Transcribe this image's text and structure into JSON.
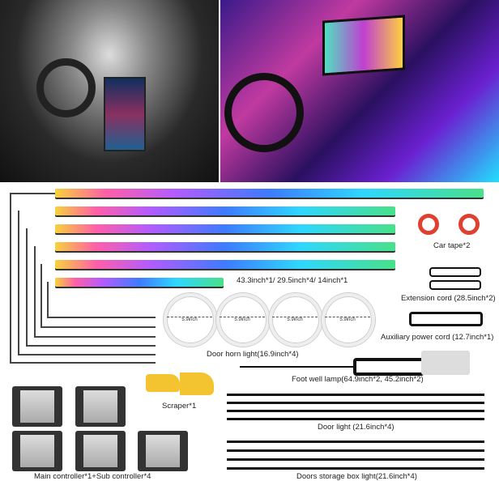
{
  "labels": {
    "strip_lengths": "43.3inch*1/ 29.5inch*4/ 14inch*1",
    "car_tape": "Car tape*2",
    "extension_cord": "Extension cord (28.5inch*2)",
    "auxiliary_power_cord": "Auxiliary power cord (12.7inch*1)",
    "door_horn_light": "Door horn light(16.9inch*4)",
    "horn_diameter": "5.9inch",
    "foot_well_lamp": "Foot well lamp(64.9inch*2,  45.2inch*2)",
    "scraper": "Scraper*1",
    "door_light": "Door light (21.6inch*4)",
    "controllers": "Main controller*1+Sub controller*4",
    "storage_box_light": "Doors storage box light(21.6inch*4)"
  }
}
